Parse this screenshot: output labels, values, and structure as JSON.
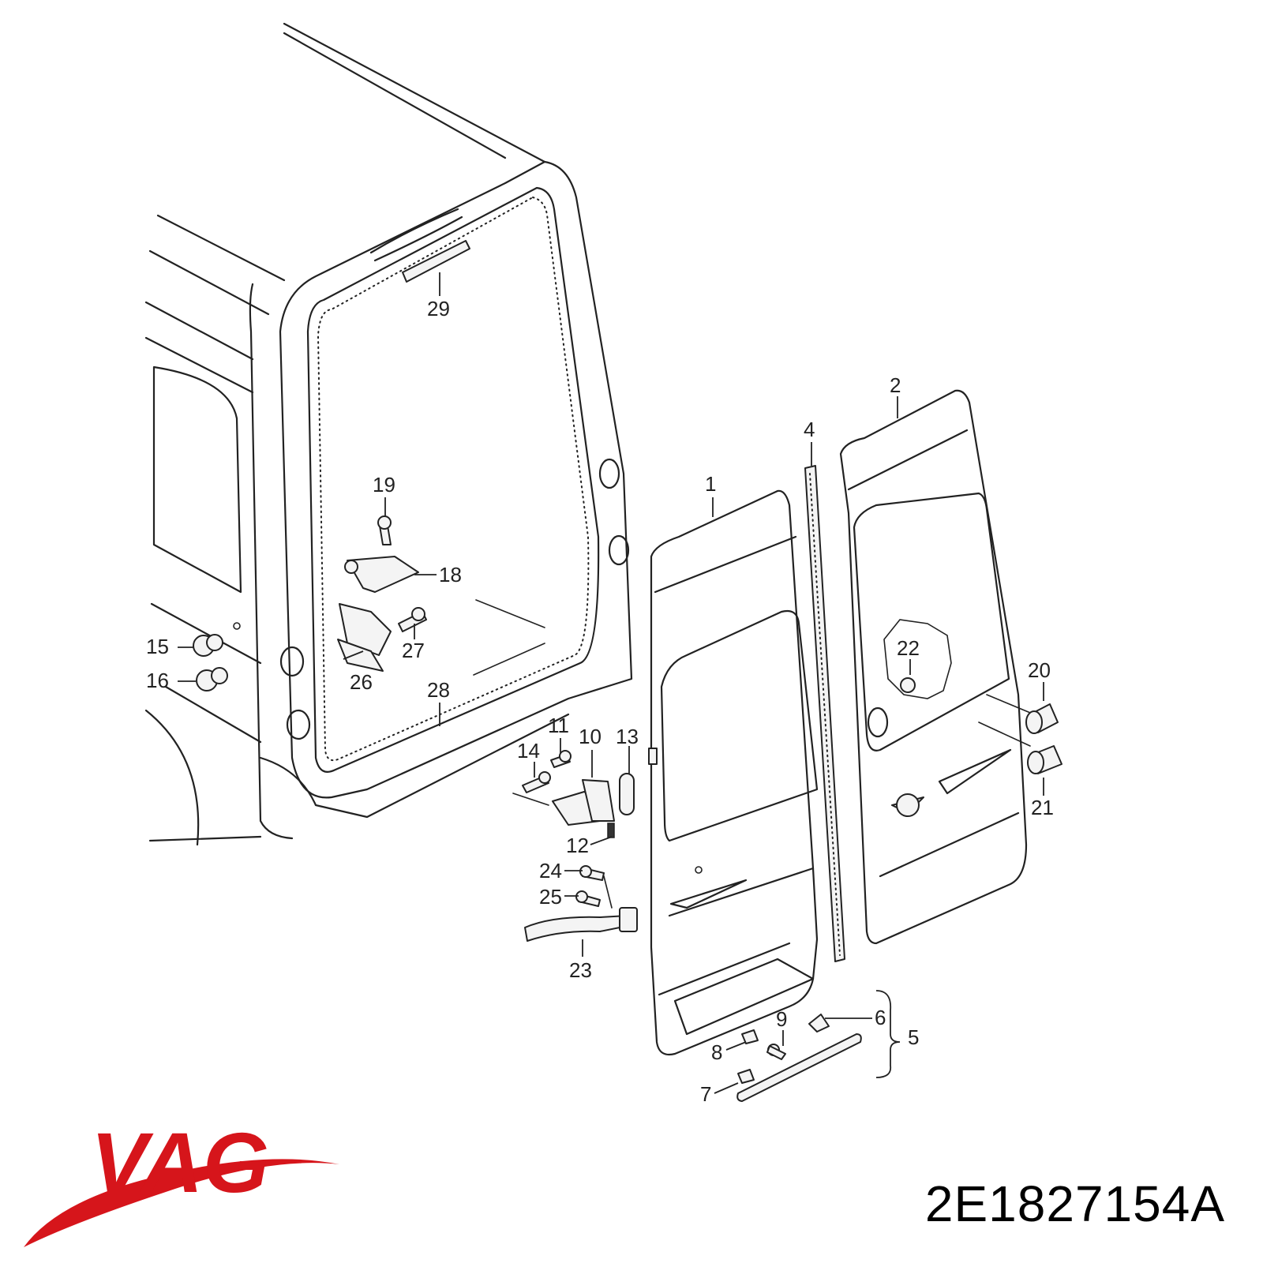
{
  "diagram": {
    "callouts": [
      "1",
      "2",
      "4",
      "5",
      "6",
      "7",
      "8",
      "9",
      "10",
      "11",
      "12",
      "13",
      "14",
      "15",
      "16",
      "18",
      "19",
      "20",
      "21",
      "22",
      "23",
      "24",
      "25",
      "26",
      "27",
      "28",
      "29"
    ]
  },
  "brand": {
    "logo_text": "VAG",
    "logo_color": "#d6151b"
  },
  "part_number": "2E1827154A"
}
